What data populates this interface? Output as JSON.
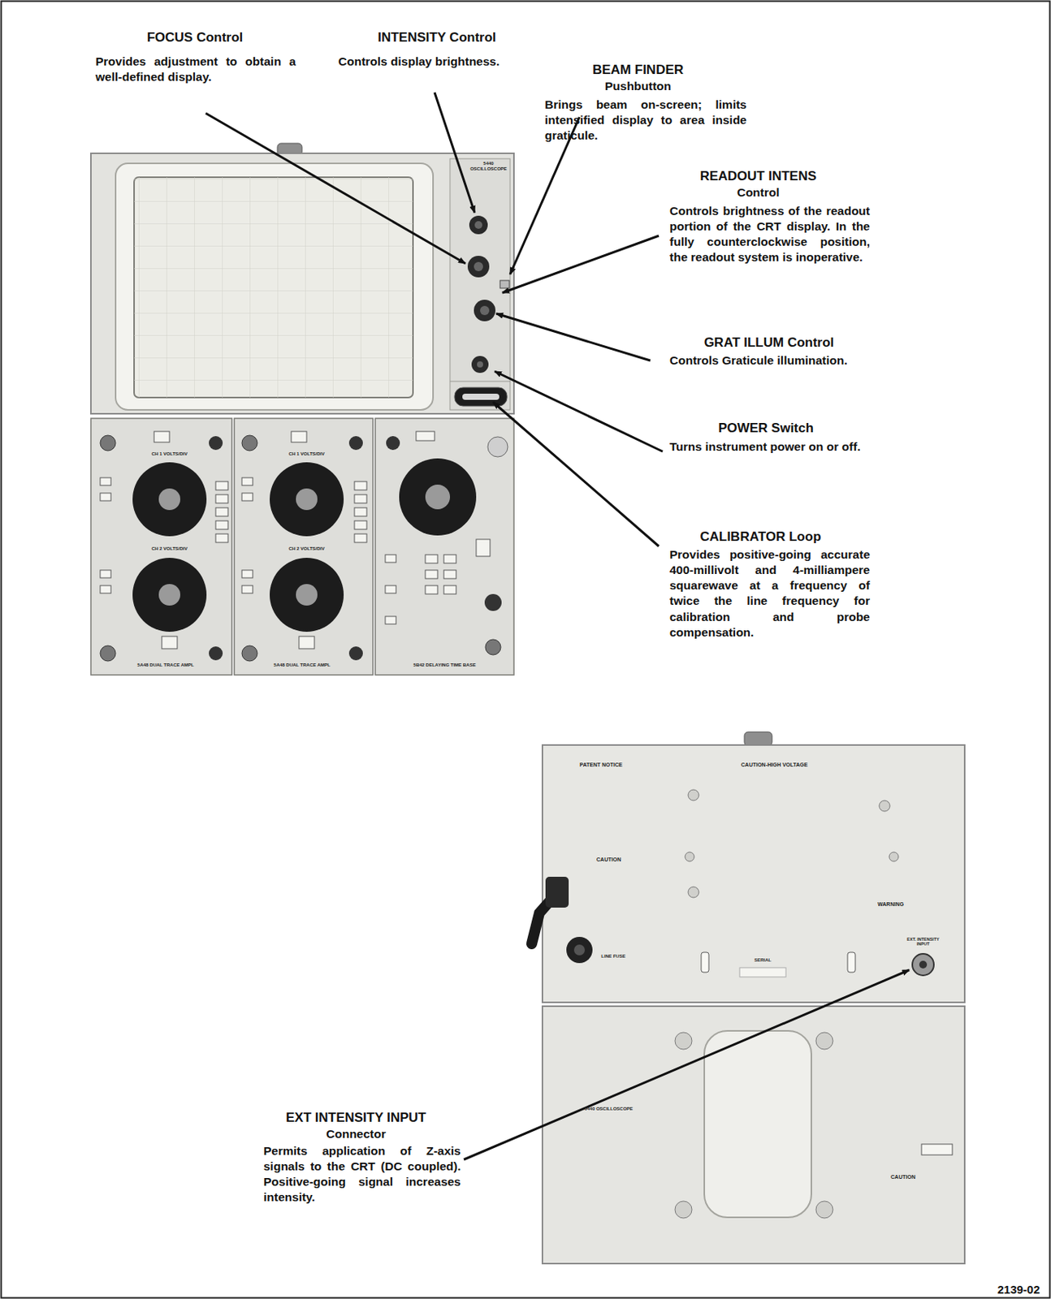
{
  "diagram": {
    "labels": [
      "FOCUS Control",
      "Provides adjustment to obtain a well-defined display.",
      "INTENSITY Control",
      "Controls display brightness.",
      "BEAM FINDER",
      "Pushbutton",
      "Brings beam on-screen; limits intensified display to area inside graticule.",
      "READOUT INTENS",
      "Control",
      "Controls brightness of the readout portion of the CRT display. In the fully counterclockwise position, the readout system is inoperative.",
      "GRAT ILLUM Control",
      "Controls Graticule illumination.",
      "POWER Switch",
      "Turns instrument power on or off.",
      "CALIBRATOR Loop",
      "Provides positive-going accurate 400-millivolt and 4-milliampere squarewave at a frequency of twice the line frequency for calibration and probe compensation.",
      "EXT INTENSITY INPUT",
      "Connector",
      "Permits application of Z-axis signals to the CRT (DC coupled). Positive-going signal increases intensity.",
      "2139-02",
      "5440 OSCILLOSCOPE",
      "CH 1 VOLTS/DIV",
      "CH 2 VOLTS/DIV",
      "CH 1 VOLTS/DIV",
      "CH 2 VOLTS/DIV",
      "5A48 DUAL TRACE AMPL",
      "5A48 DUAL TRACE AMPL",
      "5B42 DELAYING TIME BASE",
      "PATENT NOTICE",
      "CAUTION-HIGH VOLTAGE",
      "CAUTION",
      "WARNING",
      "EXT. INTENSITY INPUT",
      "LINE FUSE",
      "SERIAL",
      "5440 OSCILLOSCOPE",
      "CAUTION"
    ]
  }
}
